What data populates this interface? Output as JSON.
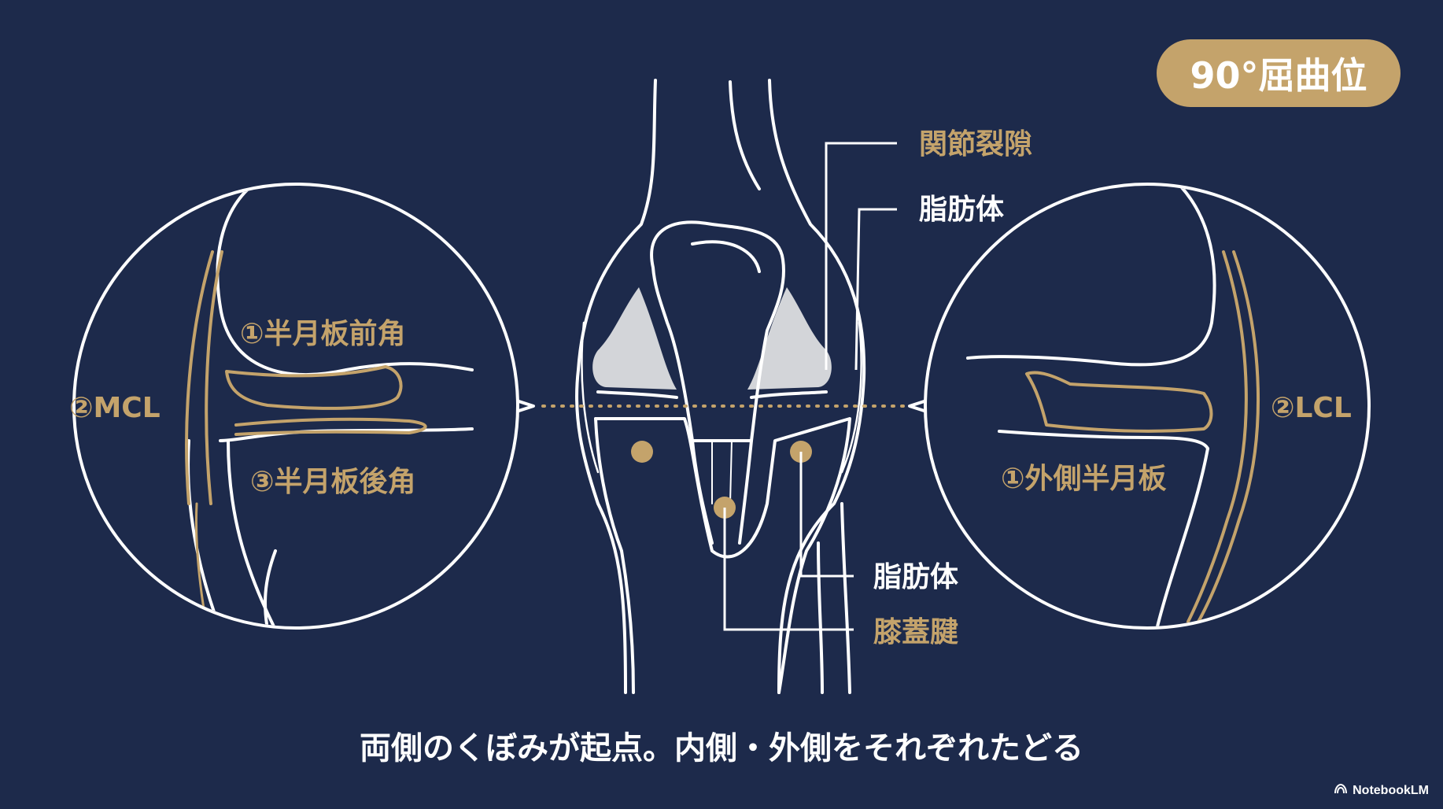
{
  "badge": "90°屈曲位",
  "caption": "両側のくぼみが起点。内側・外側をそれぞれたどる",
  "brand": "NotebookLM",
  "colors": {
    "background": "#1d2a4b",
    "line": "#ffffff",
    "gold": "#c4a36b",
    "fat_pad": "#d3d5d9"
  },
  "labels": {
    "joint_gap": "関節裂隙",
    "fat_body_top": "脂肪体",
    "fat_body_bottom": "脂肪体",
    "patellar_tendon": "膝蓋腱",
    "left_meniscus_anterior": "①半月板前角",
    "left_mcl": "②MCL",
    "left_meniscus_posterior": "③半月板後角",
    "right_lateral_meniscus": "①外側半月板",
    "right_lcl": "②LCL"
  }
}
